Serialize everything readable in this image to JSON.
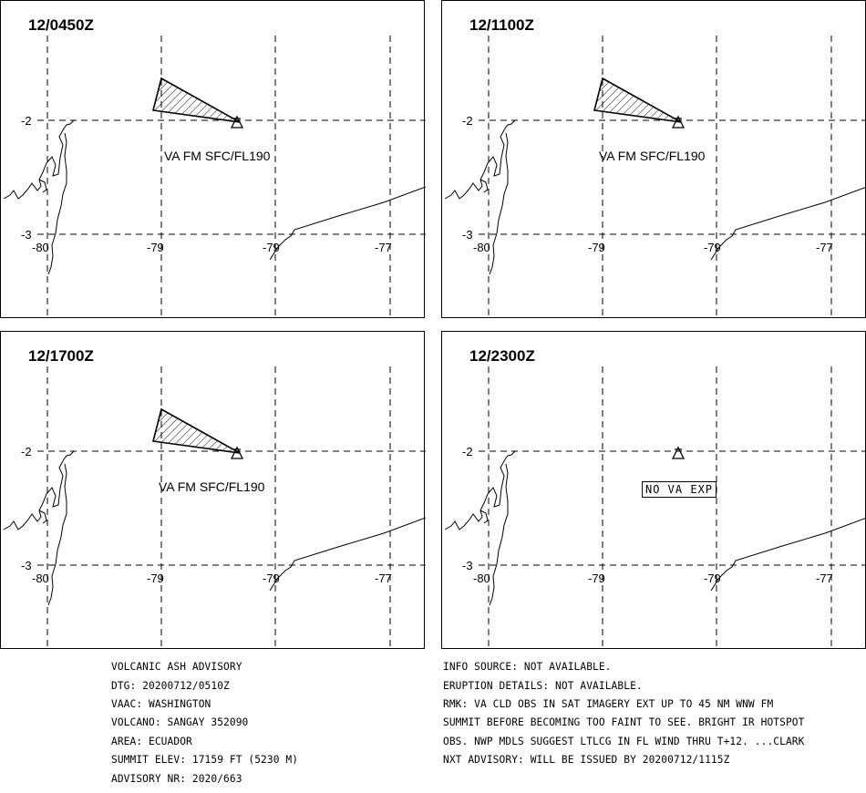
{
  "panels": [
    {
      "time": "12/0450Z",
      "plume": true,
      "label": "VA FM SFC/FL190"
    },
    {
      "time": "12/1100Z",
      "plume": true,
      "label": "VA FM SFC/FL190"
    },
    {
      "time": "12/1700Z",
      "plume": true,
      "label": "VA FM SFC/FL190"
    },
    {
      "time": "12/2300Z",
      "plume": false,
      "label": "NO VA EXP"
    }
  ],
  "grid": {
    "lat_labels": [
      "-2",
      "-3"
    ],
    "lon_labels": [
      "-80",
      "-79",
      "-79",
      "-77"
    ]
  },
  "advisory_left": [
    "VOLCANIC ASH ADVISORY",
    "DTG: 20200712/0510Z",
    "VAAC: WASHINGTON",
    "VOLCANO: SANGAY 352090",
    "AREA: ECUADOR",
    "SUMMIT ELEV: 17159 FT (5230 M)",
    "ADVISORY NR: 2020/663"
  ],
  "advisory_right": [
    "INFO SOURCE: NOT AVAILABLE.",
    "ERUPTION DETAILS: NOT AVAILABLE.",
    "RMK: VA CLD OBS IN SAT IMAGERY EXT UP TO 45 NM WNW FM",
    "SUMMIT BEFORE BECOMING TOO FAINT TO SEE. BRIGHT IR HOTSPOT",
    "OBS. NWP MDLS SUGGEST LTLCG IN FL WIND THRU T+12. ...CLARK",
    "NXT ADVISORY: WILL BE ISSUED BY 20200712/1115Z"
  ],
  "colors": {
    "ink": "#000000",
    "background": "#ffffff"
  }
}
